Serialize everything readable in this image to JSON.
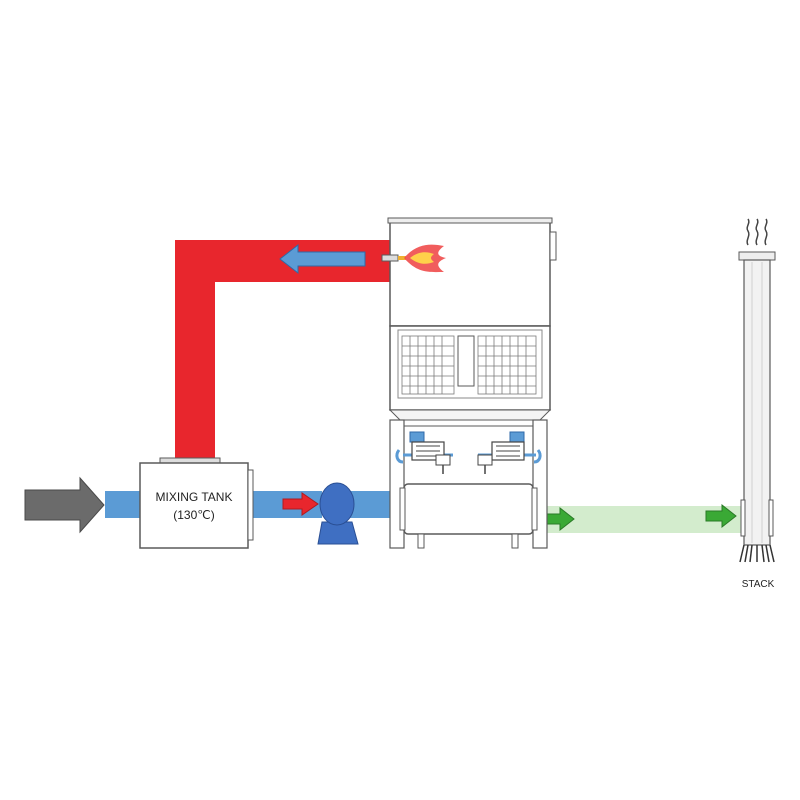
{
  "labels": {
    "mixing_tank_name": "MIXING TANK",
    "mixing_tank_temp": "(130℃)",
    "stack": "STACK"
  },
  "colors": {
    "inlet_arrow": "#6b6b6b",
    "cold_flow": "#5b9bd5",
    "hot_flow": "#e8262d",
    "exhaust_flow": "#d3eccd",
    "exhaust_arrow": "#3aa935",
    "pump": "#3f6fc2",
    "outline": "#5a5a5a",
    "equipment_fill": "#ffffff",
    "flame": "#f04b4b"
  },
  "icons": {
    "inlet": "gray-arrow-icon",
    "return_flow": "blue-arrow-icon",
    "pump_flow": "red-arrow-icon",
    "exhaust_flow": "green-arrow-icon",
    "burner": "flame-icon",
    "pump": "pump-icon",
    "smoke": "smoke-icon"
  }
}
